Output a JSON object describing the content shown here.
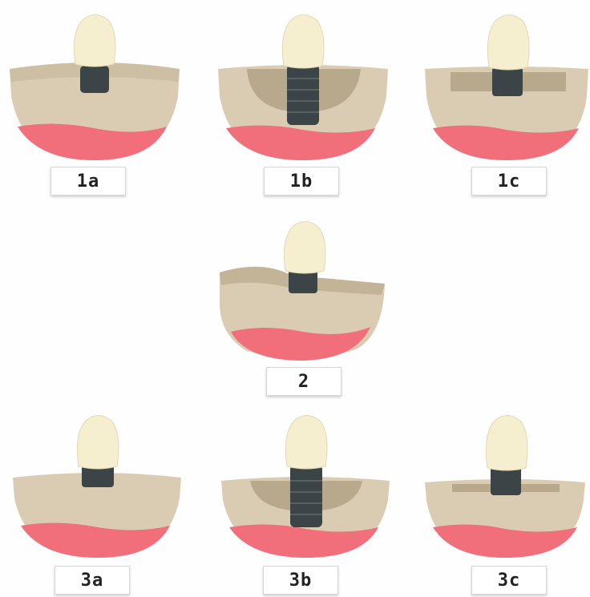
{
  "diagram": {
    "colors": {
      "bone": "#d9ccb3",
      "bone_shadow": "#b8a88c",
      "gum": "#f06f7a",
      "crown": "#f5efcf",
      "implant": "#3b4547"
    },
    "panels": [
      {
        "label": "1a",
        "style": "surface"
      },
      {
        "label": "1b",
        "style": "deep"
      },
      {
        "label": "1c",
        "style": "channel"
      },
      {
        "label": "2",
        "style": "sloped"
      },
      {
        "label": "3a",
        "style": "surface"
      },
      {
        "label": "3b",
        "style": "deep"
      },
      {
        "label": "3c",
        "style": "channel"
      }
    ]
  }
}
